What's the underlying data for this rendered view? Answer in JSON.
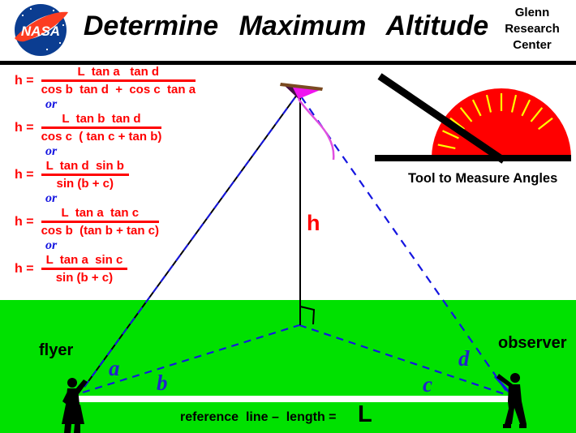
{
  "header": {
    "logo_text": "NASA",
    "title": "Determine  Maximum  Altitude",
    "org_line1": "Glenn",
    "org_line2": "Research",
    "org_line3": "Center"
  },
  "formulas": {
    "lhs": "h =",
    "separator": "or",
    "items": [
      {
        "num": "L  tan a   tan d",
        "den": "cos b  tan d  +  cos c  tan a"
      },
      {
        "num": "L  tan b  tan d",
        "den": "cos c  ( tan c + tan b)"
      },
      {
        "num": "L  tan d  sin b",
        "den": "sin (b + c)"
      },
      {
        "num": "L  tan a  tan c",
        "den": "cos b  (tan b + tan c)"
      },
      {
        "num": "L  tan a  sin c",
        "den": "sin (b + c)"
      }
    ]
  },
  "tool": {
    "label": "Tool to Measure Angles"
  },
  "diagram": {
    "altitude_label": "h",
    "flyer_label": "flyer",
    "observer_label": "observer",
    "angle_a": "a",
    "angle_b": "b",
    "angle_c": "c",
    "angle_d": "d",
    "reference_label": "reference  line –  length =",
    "length_symbol": "L"
  },
  "colors": {
    "formula_red": "#ff0000",
    "link_blue": "#1515e0",
    "angle_blue": "#2222cc",
    "field_green": "#00e100",
    "protractor_red": "#ff0000",
    "tick_yellow": "#ffff00",
    "kite_magenta": "#f013f0",
    "nasa_blue": "#0b3d91",
    "nasa_red": "#fc3d21"
  }
}
